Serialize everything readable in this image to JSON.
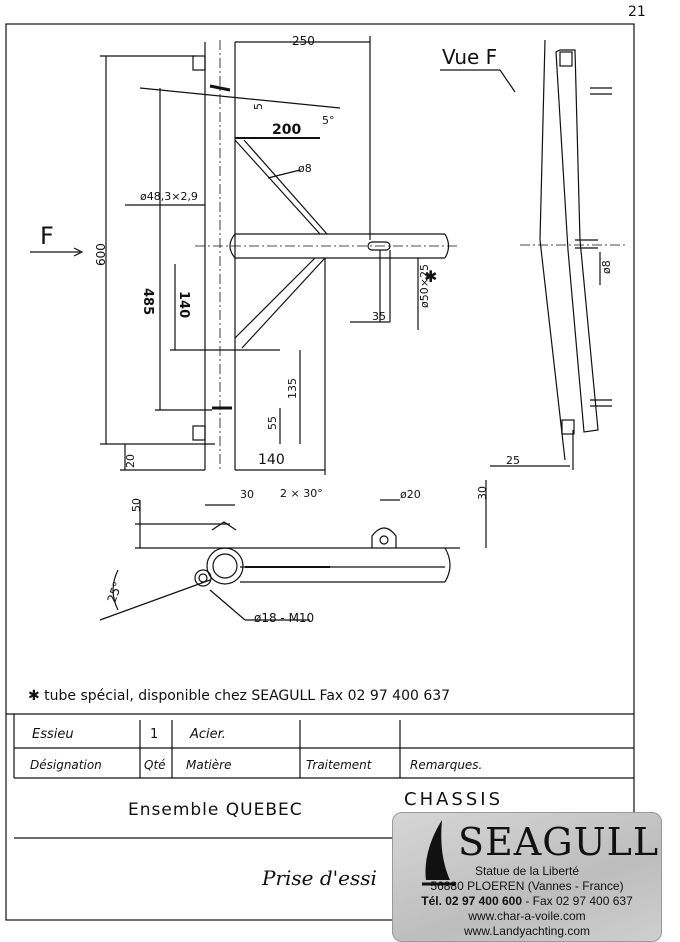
{
  "page_number": "21",
  "view_label": "Vue F",
  "arrow_label": "F",
  "dimensions": {
    "d250": "250",
    "d5": "5",
    "d5deg": "5°",
    "d200": "200",
    "d8": "ø8",
    "tube": "ø48,3×2,9",
    "d600": "600",
    "d485": "485",
    "d140v": "140",
    "d135": "135",
    "d55": "55",
    "d20": "20",
    "d140h": "140",
    "d35": "35",
    "d50x25": "ø50×25",
    "star": "✱",
    "dphi8": "ø8",
    "d25": "25",
    "d30a": "30",
    "d2x30": "2 × 30°",
    "d50": "50",
    "d25deg": "25°",
    "dbolt": "ø18 - M10",
    "dphi20": "ø20",
    "d30b": "30"
  },
  "note": "✱ tube spécial, disponible chez SEAGULL Fax 02 97 400 637",
  "table": {
    "row1": [
      "Essieu",
      "1",
      "Acier.",
      "",
      ""
    ],
    "row2": [
      "Désignation",
      "Qté",
      "Matière",
      "Traitement",
      "Remarques."
    ]
  },
  "title": {
    "ensemble": "Ensemble QUEBEC",
    "chassis": "CHASSIS",
    "piece": "Prise d'essi"
  },
  "card": {
    "brand": "SEAGULL",
    "line1": "Statue de la Liberté",
    "line2": "56880 PLOEREN (Vannes - France)",
    "line3_bold": "Tél. 02 97 400 600",
    "line3_rest": " - Fax 02 97 400 637",
    "line4": "www.char-a-voile.com",
    "line5": "www.Landyachting.com"
  }
}
